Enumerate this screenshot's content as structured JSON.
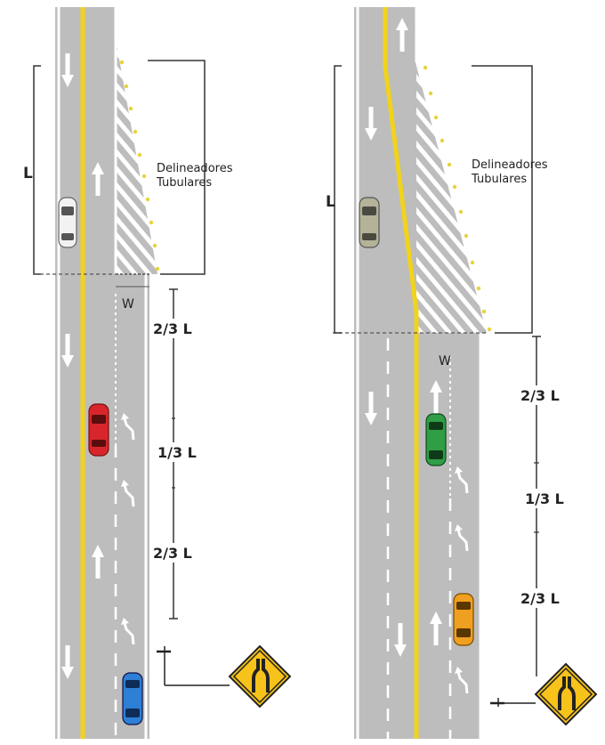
{
  "left_panel": {
    "length_label": "L",
    "delineators_line1": "Delineadores",
    "delineators_line2": "Tubulares",
    "width_label": "W",
    "dim_upper": "2/3 L",
    "dim_middle": "1/3 L",
    "dim_lower": "2/3 L"
  },
  "right_panel": {
    "length_label": "L",
    "delineators_line1": "Delineadores",
    "delineators_line2": "Tubulares",
    "width_label": "W",
    "dim_upper": "2/3 L",
    "dim_middle": "1/3 L",
    "dim_lower": "2/3 L"
  },
  "colors": {
    "road": "#bdbdbd",
    "marking_white": "#ffffff",
    "marking_yellow": "#f2d31b",
    "sign_yellow": "#f7c21a",
    "car_red": "#d8252b",
    "car_blue": "#2e7fd6",
    "car_green": "#2f9e45",
    "car_orange": "#f0a020",
    "car_white": "#f2f2f2",
    "car_gray": "#b5b29a"
  },
  "icons": [
    "road-narrows-sign-icon",
    "car-icon",
    "lane-arrow-icon",
    "tubular-delineator-icon"
  ]
}
